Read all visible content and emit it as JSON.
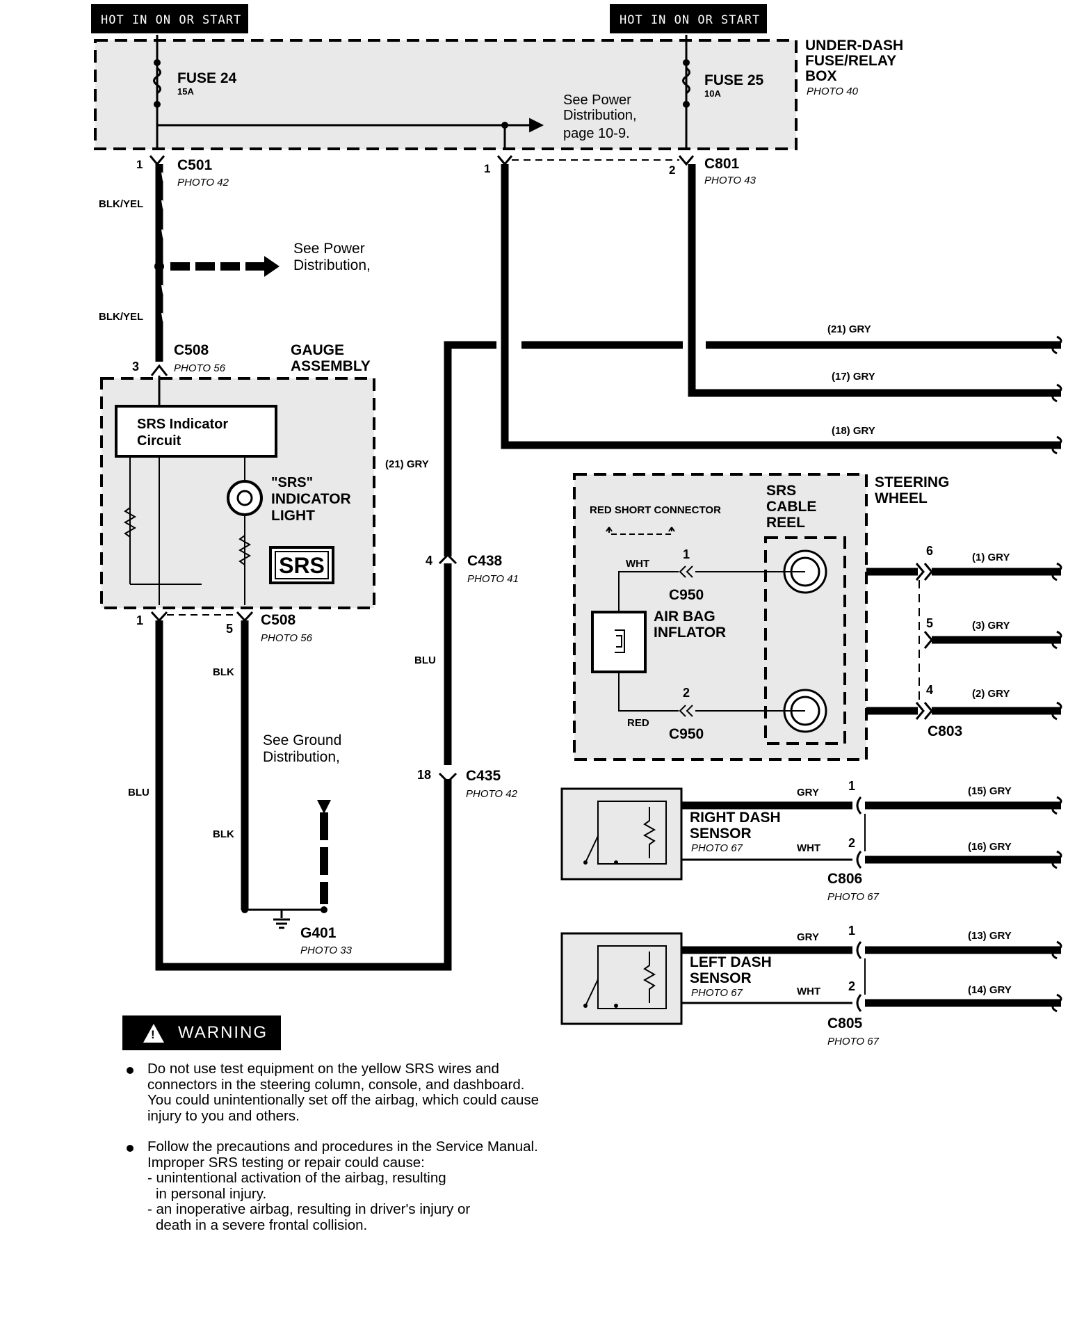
{
  "headers": {
    "left": "HOT IN ON OR START",
    "right": "HOT IN ON OR START"
  },
  "fuse_box": {
    "title_line1": "UNDER-DASH",
    "title_line2": "FUSE/RELAY",
    "title_line3": "BOX",
    "photo": "PHOTO 40",
    "fuse24_name": "FUSE 24",
    "fuse24_rating": "15A",
    "fuse25_name": "FUSE 25",
    "fuse25_rating": "10A",
    "note_line1": "See Power",
    "note_line2": "Distribution,",
    "note_line3": "page 10-9."
  },
  "connectors": {
    "c501": "C501",
    "c501_photo": "PHOTO 42",
    "c501_pin": "1",
    "c801": "C801",
    "c801_photo": "PHOTO 43",
    "c801_pin1": "1",
    "c801_pin2": "2",
    "c508_top": "C508",
    "c508_top_photo": "PHOTO 56",
    "c508_top_pin": "3",
    "c508_bot": "C508",
    "c508_bot_photo": "PHOTO 56",
    "c508_bot_pin1": "1",
    "c508_bot_pin5": "5",
    "c438": "C438",
    "c438_photo": "PHOTO 41",
    "c438_pin": "4",
    "c435": "C435",
    "c435_photo": "PHOTO 42",
    "c435_pin": "18",
    "g401": "G401",
    "g401_photo": "PHOTO 33"
  },
  "wires": {
    "blk_yel_1": "BLK/YEL",
    "blk_yel_2": "BLK/YEL",
    "blu_left": "BLU",
    "blu_mid": "BLU",
    "blk_1": "BLK",
    "blk_2": "BLK",
    "gry21_mid": "(21) GRY",
    "out21": "(21) GRY",
    "out17": "(17) GRY",
    "out18": "(18) GRY"
  },
  "power_note": {
    "line1": "See Power",
    "line2": "Distribution,"
  },
  "ground_note": {
    "line1": "See Ground",
    "line2": "Distribution,"
  },
  "gauge": {
    "title_line1": "GAUGE",
    "title_line2": "ASSEMBLY",
    "circuit_line1": "SRS Indicator",
    "circuit_line2": "Circuit",
    "light_line1": "\"SRS\"",
    "light_line2": "INDICATOR",
    "light_line3": "LIGHT",
    "srs_badge": "SRS"
  },
  "steering": {
    "title_line1": "STEERING",
    "title_line2": "WHEEL",
    "reel_line1": "SRS",
    "reel_line2": "CABLE",
    "reel_line3": "REEL",
    "short_conn": "RED SHORT CONNECTOR",
    "wht": "WHT",
    "red": "RED",
    "pin1": "1",
    "pin2": "2",
    "c950_top": "C950",
    "c950_bot": "C950",
    "airbag_line1": "AIR BAG",
    "airbag_line2": "INFLATOR",
    "pin6": "6",
    "pin5": "5",
    "pin4": "4",
    "out1": "(1) GRY",
    "out3": "(3) GRY",
    "out2": "(2) GRY",
    "c803": "C803"
  },
  "right_sensor": {
    "name_line1": "RIGHT DASH",
    "name_line2": "SENSOR",
    "photo": "PHOTO 67",
    "gry": "GRY",
    "wht": "WHT",
    "pin1": "1",
    "pin2": "2",
    "out15": "(15) GRY",
    "out16": "(16) GRY",
    "conn": "C806",
    "conn_photo": "PHOTO 67"
  },
  "left_sensor": {
    "name_line1": "LEFT DASH",
    "name_line2": "SENSOR",
    "photo": "PHOTO 67",
    "gry": "GRY",
    "wht": "WHT",
    "pin1": "1",
    "pin2": "2",
    "out13": "(13) GRY",
    "out14": "(14) GRY",
    "conn": "C805",
    "conn_photo": "PHOTO 67"
  },
  "warning": {
    "badge": "WARNING",
    "b1_l1": "Do not use test equipment on the yellow SRS wires and",
    "b1_l2": "connectors in the steering column, console, and dashboard.",
    "b1_l3": "You could unintentionally set off the airbag, which could cause",
    "b1_l4": "injury to you and others.",
    "b2_l1": "Follow the precautions and procedures in the Service Manual.",
    "b2_l2": "Improper SRS testing or repair could cause:",
    "b2_l3": "- unintentional activation of the airbag, resulting",
    "b2_l4": "  in personal injury.",
    "b2_l5": "- an inoperative airbag, resulting in driver's injury or",
    "b2_l6": "  death in a severe frontal collision."
  }
}
